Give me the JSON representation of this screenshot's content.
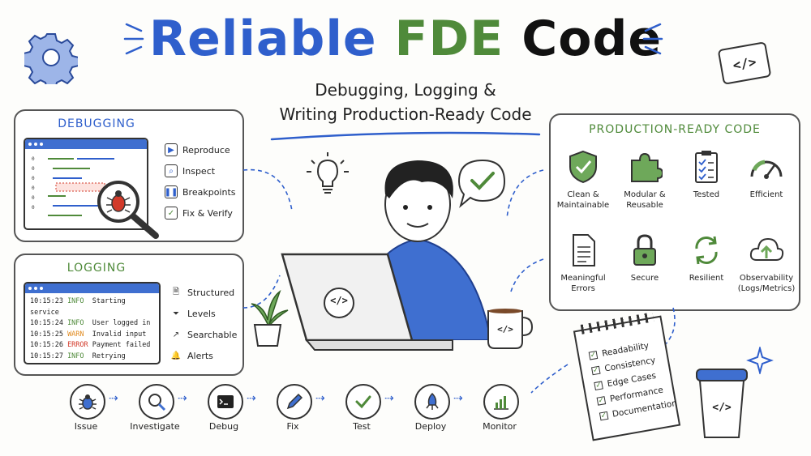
{
  "title": {
    "part1": "Reliable",
    "part2": "FDE",
    "part3": "Code"
  },
  "subtitle": {
    "line1": "Debugging, Logging &",
    "line2": "Writing Production-Ready Code"
  },
  "debugging": {
    "title": "DEBUGGING",
    "steps": [
      {
        "label": "Reproduce",
        "icon": "play-icon"
      },
      {
        "label": "Inspect",
        "icon": "magnifier-icon"
      },
      {
        "label": "Breakpoints",
        "icon": "pause-icon"
      },
      {
        "label": "Fix & Verify",
        "icon": "check-icon"
      }
    ]
  },
  "logging": {
    "title": "LOGGING",
    "lines": [
      {
        "time": "10:15:23",
        "level": "INFO",
        "msg": "Starting service"
      },
      {
        "time": "10:15:24",
        "level": "INFO",
        "msg": "User logged in"
      },
      {
        "time": "10:15:25",
        "level": "WARN",
        "msg": "Invalid input"
      },
      {
        "time": "10:15:26",
        "level": "ERROR",
        "msg": "Payment failed"
      },
      {
        "time": "10:15:27",
        "level": "INFO",
        "msg": "Retrying payment"
      }
    ],
    "features": [
      {
        "label": "Structured",
        "icon": "document-icon"
      },
      {
        "label": "Levels",
        "icon": "filter-icon"
      },
      {
        "label": "Searchable",
        "icon": "trend-icon"
      },
      {
        "label": "Alerts",
        "icon": "bell-icon"
      }
    ]
  },
  "production": {
    "title": "PRODUCTION-READY CODE",
    "items": [
      {
        "label1": "Clean &",
        "label2": "Maintainable",
        "icon": "shield-check-icon"
      },
      {
        "label1": "Modular &",
        "label2": "Reusable",
        "icon": "puzzle-icon"
      },
      {
        "label1": "Tested",
        "label2": "",
        "icon": "checklist-icon"
      },
      {
        "label1": "Efficient",
        "label2": "",
        "icon": "gauge-icon"
      },
      {
        "label1": "Meaningful",
        "label2": "Errors",
        "icon": "error-doc-icon"
      },
      {
        "label1": "Secure",
        "label2": "",
        "icon": "lock-icon"
      },
      {
        "label1": "Resilient",
        "label2": "",
        "icon": "refresh-icon"
      },
      {
        "label1": "Observability",
        "label2": "(Logs/Metrics)",
        "icon": "cloud-upload-icon"
      }
    ]
  },
  "checklist": [
    "Readability",
    "Consistency",
    "Edge Cases",
    "Performance",
    "Documentation"
  ],
  "flow": [
    {
      "label": "Issue",
      "icon": "bug-icon"
    },
    {
      "label": "Investigate",
      "icon": "magnifier-icon"
    },
    {
      "label": "Debug",
      "icon": "terminal-icon"
    },
    {
      "label": "Fix",
      "icon": "pencil-icon"
    },
    {
      "label": "Test",
      "icon": "check-icon"
    },
    {
      "label": "Deploy",
      "icon": "rocket-icon"
    },
    {
      "label": "Monitor",
      "icon": "bar-chart-icon"
    }
  ],
  "code_symbol": "</>",
  "colors": {
    "blue": "#2f5fcc",
    "green": "#4f8a3a",
    "warn": "#e08a1e",
    "error": "#d23a2a"
  }
}
